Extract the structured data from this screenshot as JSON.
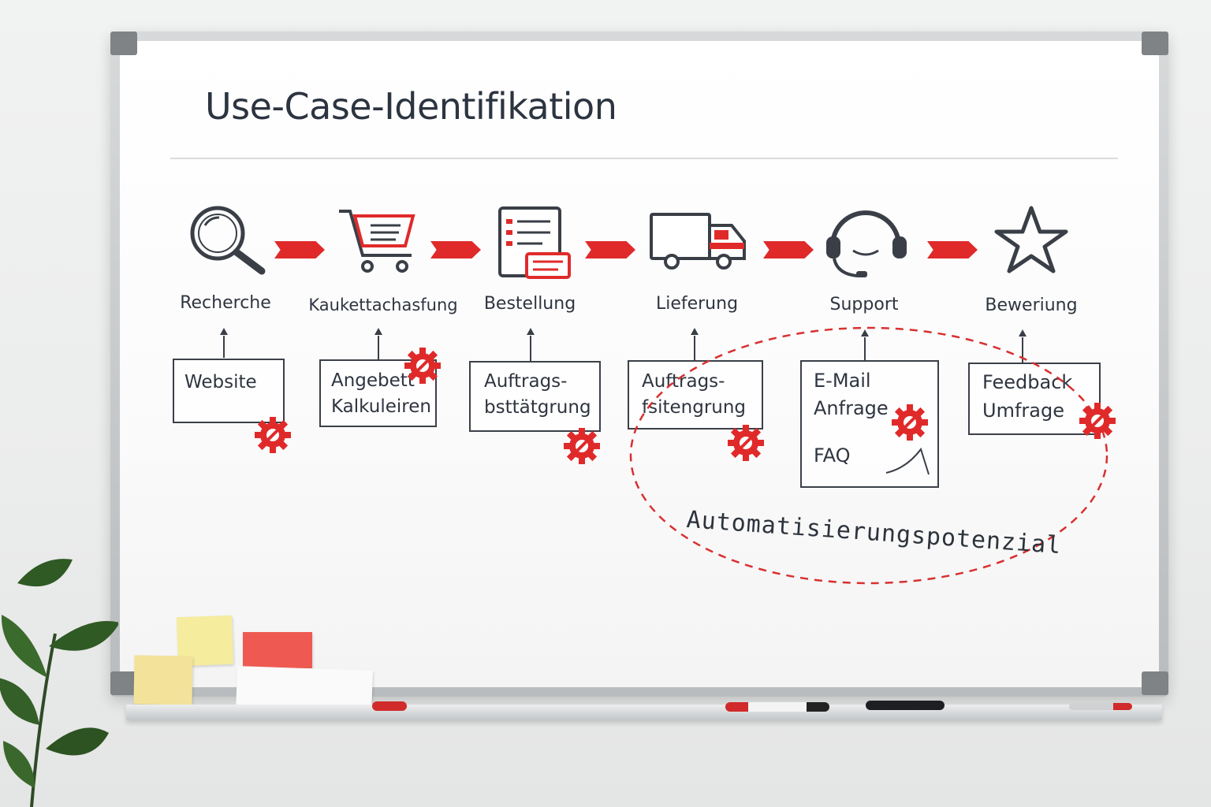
{
  "board": {
    "title": "Use-Case-Identifikation",
    "annotation": "Automatisierungspotenzial"
  },
  "stages": [
    {
      "label": "Recherche",
      "icon": "magnifier-icon",
      "box_lines": [
        "Website",
        ""
      ],
      "automatable": true
    },
    {
      "label": "Kaukettachasfung",
      "icon": "shopping-cart-icon",
      "box_lines": [
        "Angebett",
        "Kalkuleiren"
      ],
      "automatable": true
    },
    {
      "label": "Bestellung",
      "icon": "order-form-icon",
      "box_lines": [
        "Auftrags-",
        "bsttätgrung"
      ],
      "automatable": true
    },
    {
      "label": "Lieferung",
      "icon": "delivery-truck-icon",
      "box_lines": [
        "Auftrags-",
        "fsitengrung"
      ],
      "automatable": true
    },
    {
      "label": "Support",
      "icon": "headset-icon",
      "box_lines": [
        "E-Mail",
        "Anfrage"
      ],
      "box_extra": "FAQ",
      "automatable": true
    },
    {
      "label": "Bewerіung",
      "icon": "star-icon",
      "box_lines": [
        "Feedback",
        "Umfrage"
      ],
      "automatable": true
    }
  ],
  "colors": {
    "accent_red": "#e02a2a",
    "ink": "#2f3540",
    "board": "#ffffff",
    "frame": "#c7cacc"
  }
}
